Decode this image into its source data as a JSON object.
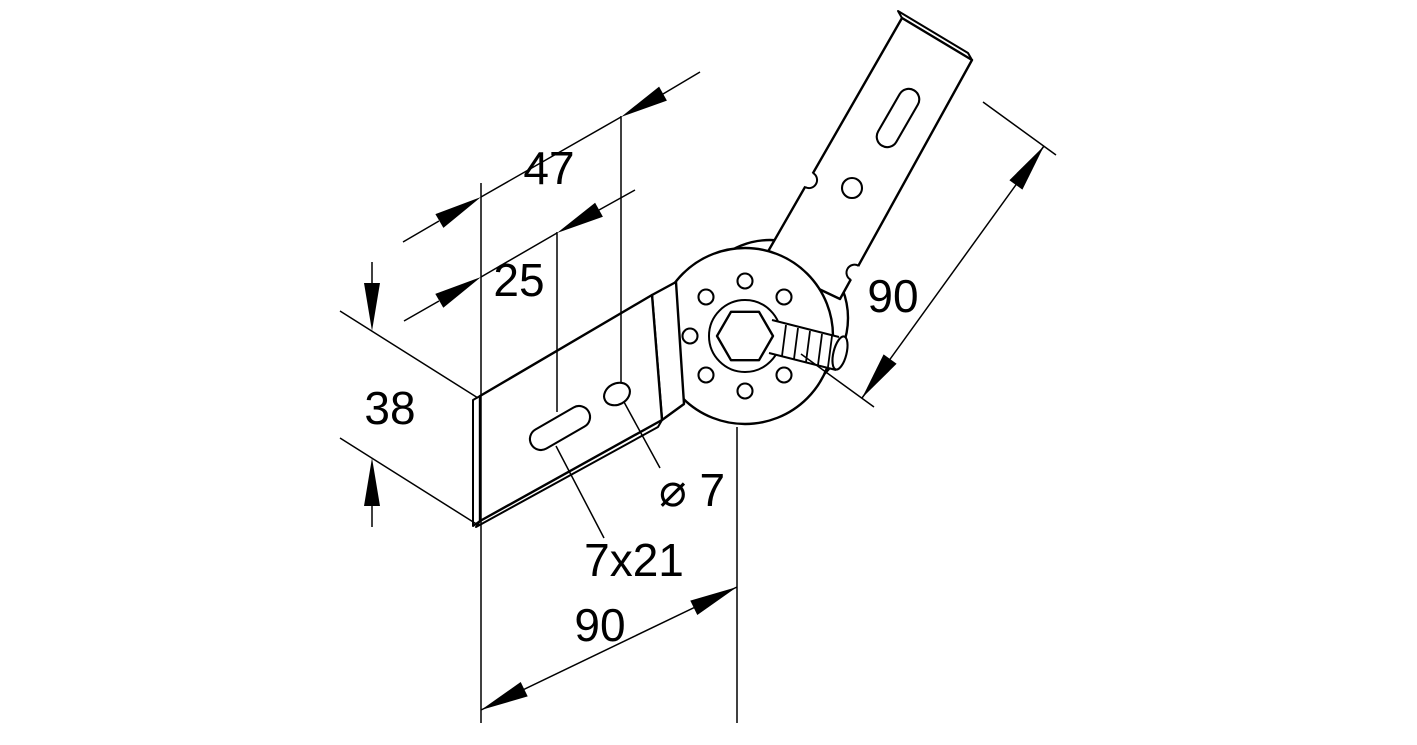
{
  "dimensions": {
    "top_length": "47",
    "slot_offset": "25",
    "bar_width": "38",
    "upper_arm_length": "90",
    "lower_arm_length": "90",
    "slot_size": "7x21",
    "hole_diameter": "⌀ 7"
  },
  "colors": {
    "line": "#000000",
    "background": "#ffffff"
  }
}
